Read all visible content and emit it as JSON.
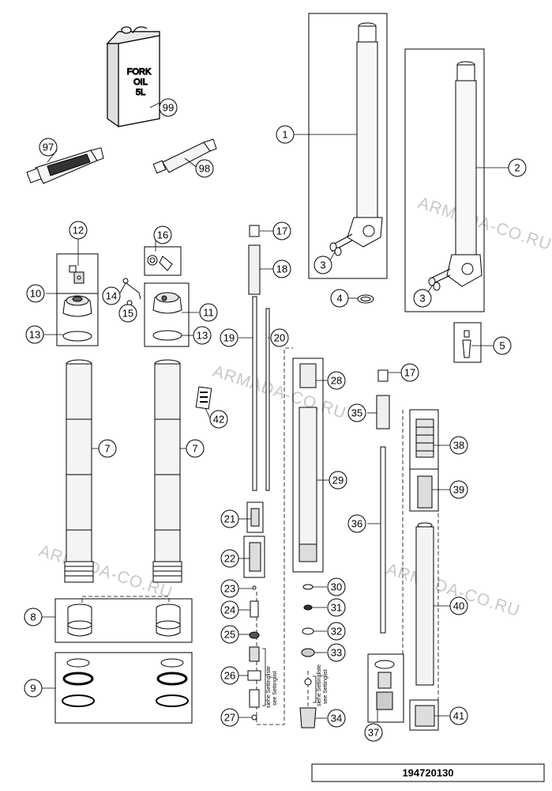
{
  "watermark": "ARMADA-CO.RU",
  "oil_can_label": [
    "FORK",
    "OIL",
    "5L"
  ],
  "setting_note": [
    "siehe Settingliste",
    "see Settinglist"
  ],
  "document_id": "194720130",
  "callouts": [
    "1",
    "2",
    "3",
    "3",
    "4",
    "5",
    "7",
    "7",
    "8",
    "9",
    "10",
    "11",
    "12",
    "13",
    "13",
    "14",
    "15",
    "16",
    "17",
    "17",
    "18",
    "19",
    "20",
    "21",
    "22",
    "23",
    "24",
    "25",
    "26",
    "27",
    "28",
    "29",
    "30",
    "31",
    "32",
    "33",
    "34",
    "35",
    "36",
    "37",
    "38",
    "39",
    "40",
    "41",
    "42",
    "97",
    "98",
    "99"
  ]
}
